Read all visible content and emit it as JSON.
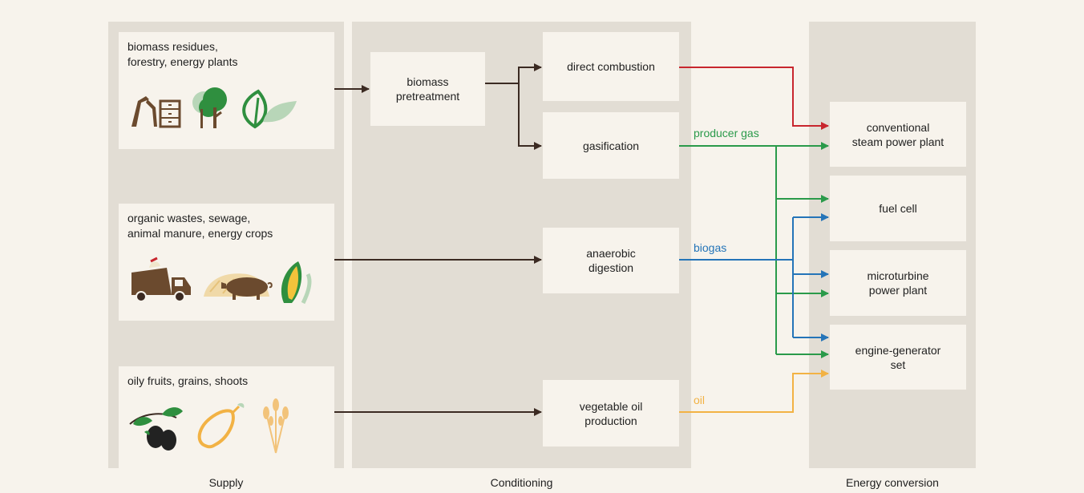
{
  "columns": {
    "supply": "Supply",
    "conditioning": "Conditioning",
    "energy_conversion": "Energy conversion"
  },
  "supply": [
    {
      "line1": "biomass residues,",
      "line2": "forestry, energy plants",
      "icons": [
        "broken-wood-icon",
        "cabinet-icon",
        "trees-icon",
        "leaves-icon"
      ]
    },
    {
      "line1": "organic wastes, sewage,",
      "line2": "animal manure, energy crops",
      "icons": [
        "garbage-truck-icon",
        "hay-pile-icon",
        "pig-icon",
        "corn-icon"
      ]
    },
    {
      "line1": "oily fruits, grains, shoots",
      "line2": "",
      "icons": [
        "olives-icon",
        "lemon-icon",
        "wheat-icon"
      ]
    }
  ],
  "conditioning": {
    "pretreatment": {
      "line1": "biomass",
      "line2": "pretreatment"
    },
    "combustion": "direct combustion",
    "gasification": "gasification",
    "digestion": {
      "line1": "anaerobic",
      "line2": "digestion"
    },
    "vegoil": {
      "line1": "vegetable oil",
      "line2": "production"
    }
  },
  "conversion": {
    "steam": {
      "line1": "conventional",
      "line2": "steam power plant"
    },
    "fuelcell": "fuel cell",
    "microturbine": {
      "line1": "microturbine",
      "line2": "power plant"
    },
    "engine": {
      "line1": "engine-generator",
      "line2": "set"
    }
  },
  "flows": {
    "producer_gas": "producer gas",
    "biogas": "biogas",
    "oil": "oil"
  },
  "colors": {
    "red": "#c8262e",
    "green": "#2a9a4a",
    "blue": "#2474b8",
    "orange": "#f2b244",
    "dark": "#3b2a22",
    "brown": "#6b4a2e"
  }
}
